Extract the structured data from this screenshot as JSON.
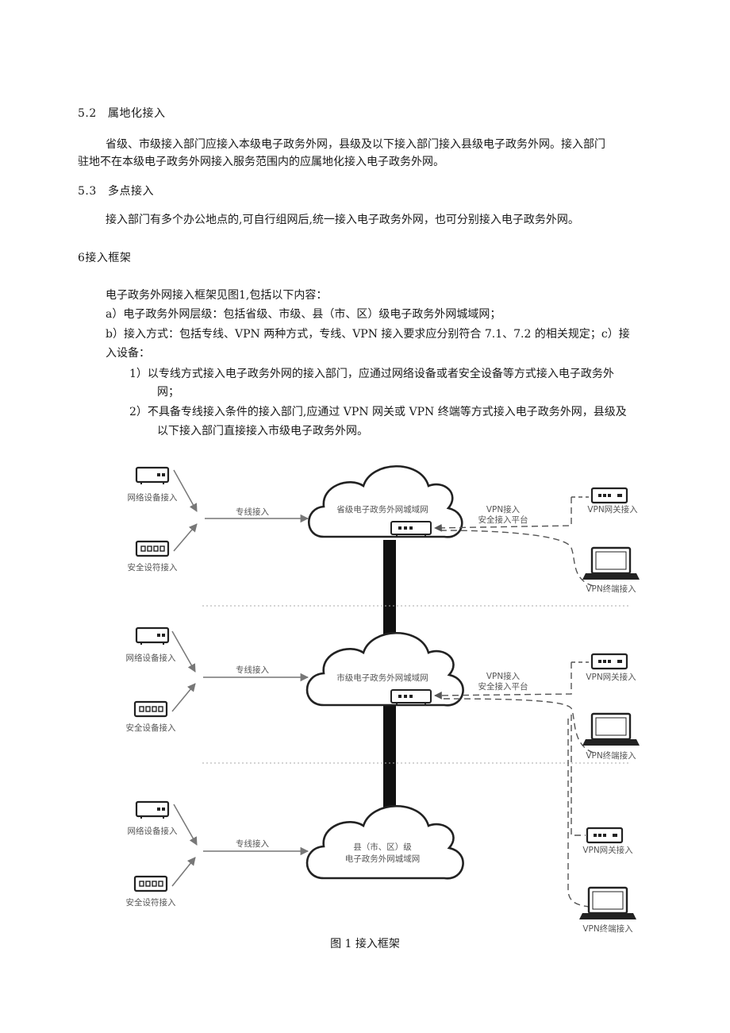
{
  "sections": {
    "s52": {
      "number": "5.2",
      "title": "属地化接入",
      "para_line1": "省级、市级接入部门应接入本级电子政务外网，县级及以下接入部门接入县级电子政务外网。接入部门",
      "para_line2": "驻地不在本级电子政务外网接入服务范围内的应属地化接入电子政务外网。"
    },
    "s53": {
      "number": "5.3",
      "title": "多点接入",
      "para": "接入部门有多个办公地点的,可自行组网后,统一接入电子政务外网，也可分别接入电子政务外网。"
    },
    "s6": {
      "title": "6接入框架",
      "intro": "电子政务外网接入框架见图1,包括以下内容：",
      "item_a": "a）电子政务外网层级：包括省级、市级、县（市、区）级电子政务外网城域网；",
      "item_b_line1": "b）接入方式：包括专线、VPN 两种方式，专线、VPN 接入要求应分别符合 7.1、7.2 的相关规定；c）接",
      "item_b_line2": "入设备：",
      "sub1_line1": "1）以专线方式接入电子政务外网的接入部门，应通过网络设备或者安全设备等方式接入电子政务外",
      "sub1_line2": "网；",
      "sub2_line1": "2）不具备专线接入条件的接入部门,应通过 VPN 网关或 VPN 终端等方式接入电子政务外网，县级及",
      "sub2_line2": "以下接入部门直接接入市级电子政务外网。"
    }
  },
  "figure": {
    "caption": "图 1 接入框架",
    "tier1": {
      "net_device": "网络设备接入",
      "sec_device": "安全设符接入",
      "line_label": "专线接入",
      "cloud": "省级电子政务外网城域网",
      "vpn_l1": "VPN接入",
      "vpn_l2": "安全接入平台",
      "gw": "VPN网关接入",
      "term": "VPN终端接入"
    },
    "tier2": {
      "net_device": "网络设备接入",
      "sec_device": "安全设备接入",
      "line_label": "专线接入",
      "cloud": "市级电子政务外网城域网",
      "vpn_l1": "VPN接入",
      "vpn_l2": "安全接入平台",
      "gw": "VPN网关接入",
      "term": "VPN终端接入"
    },
    "tier3": {
      "net_device": "网络设备接入",
      "sec_device": "安全设符接入",
      "line_label": "专线接入",
      "cloud_l1": "县（市、区）级",
      "cloud_l2": "电子政务外网城域网",
      "gw": "VPN网关接入",
      "term": "VPN终端接入"
    }
  }
}
